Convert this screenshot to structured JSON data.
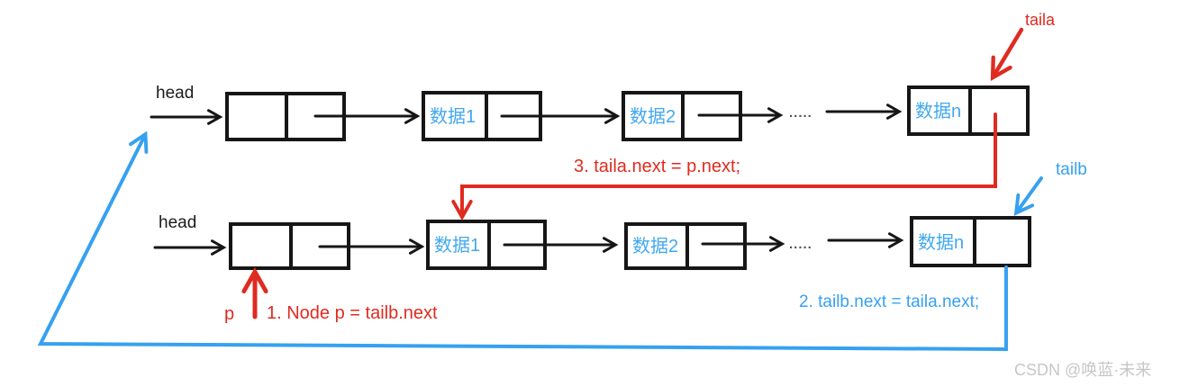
{
  "colors": {
    "background": "#ffffff",
    "red": "#df2b20",
    "blue": "#36a1f0",
    "node_label_blue": "#42a8ee",
    "box_line": "#161616",
    "head_label": "#1c1c1c",
    "gray_fill": "#7f7f7f",
    "dots": "#4a5560",
    "watermark": "#c6c6c6"
  },
  "list_a": {
    "head_label": "head",
    "node1": "数据1",
    "node2": "数据2",
    "ellipsis": ".....",
    "noden": "数据n",
    "tail_pointer_label": "taila"
  },
  "list_b": {
    "head_label": "head",
    "node1": "数据1",
    "node2": "数据2",
    "ellipsis": ".....",
    "noden": "数据n",
    "tail_pointer_label": "tailb",
    "p_pointer_label": "p"
  },
  "steps": {
    "step1": "1. Node p = tailb.next",
    "step2": "2. tailb.next = taila.next;",
    "step3": "3. taila.next = p.next;"
  },
  "watermark": "CSDN @唤蓝·未来"
}
